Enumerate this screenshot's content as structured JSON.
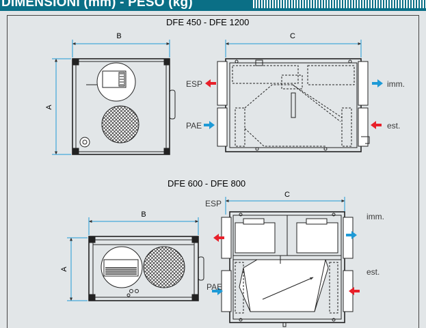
{
  "header": {
    "title": "DIMENSIONI (mm) - PESO (kg)"
  },
  "diagram1": {
    "title": "DFE 450 - DFE 1200",
    "dims": {
      "a": "A",
      "b": "B",
      "c": "C"
    },
    "ports": {
      "esp": "ESP",
      "pae": "PAE",
      "imm": "imm.",
      "est": "est."
    }
  },
  "diagram2": {
    "title": "DFE 600 - DFE 800",
    "dims": {
      "a": "A",
      "b": "B",
      "c": "C"
    },
    "ports": {
      "esp": "ESP",
      "pae": "PAE",
      "imm": "imm.",
      "est": "est."
    }
  },
  "colors": {
    "header": "#0a6f86",
    "background": "#e2e6e8",
    "red_arrow": "#e8202a",
    "blue_arrow": "#1e9ad6"
  }
}
